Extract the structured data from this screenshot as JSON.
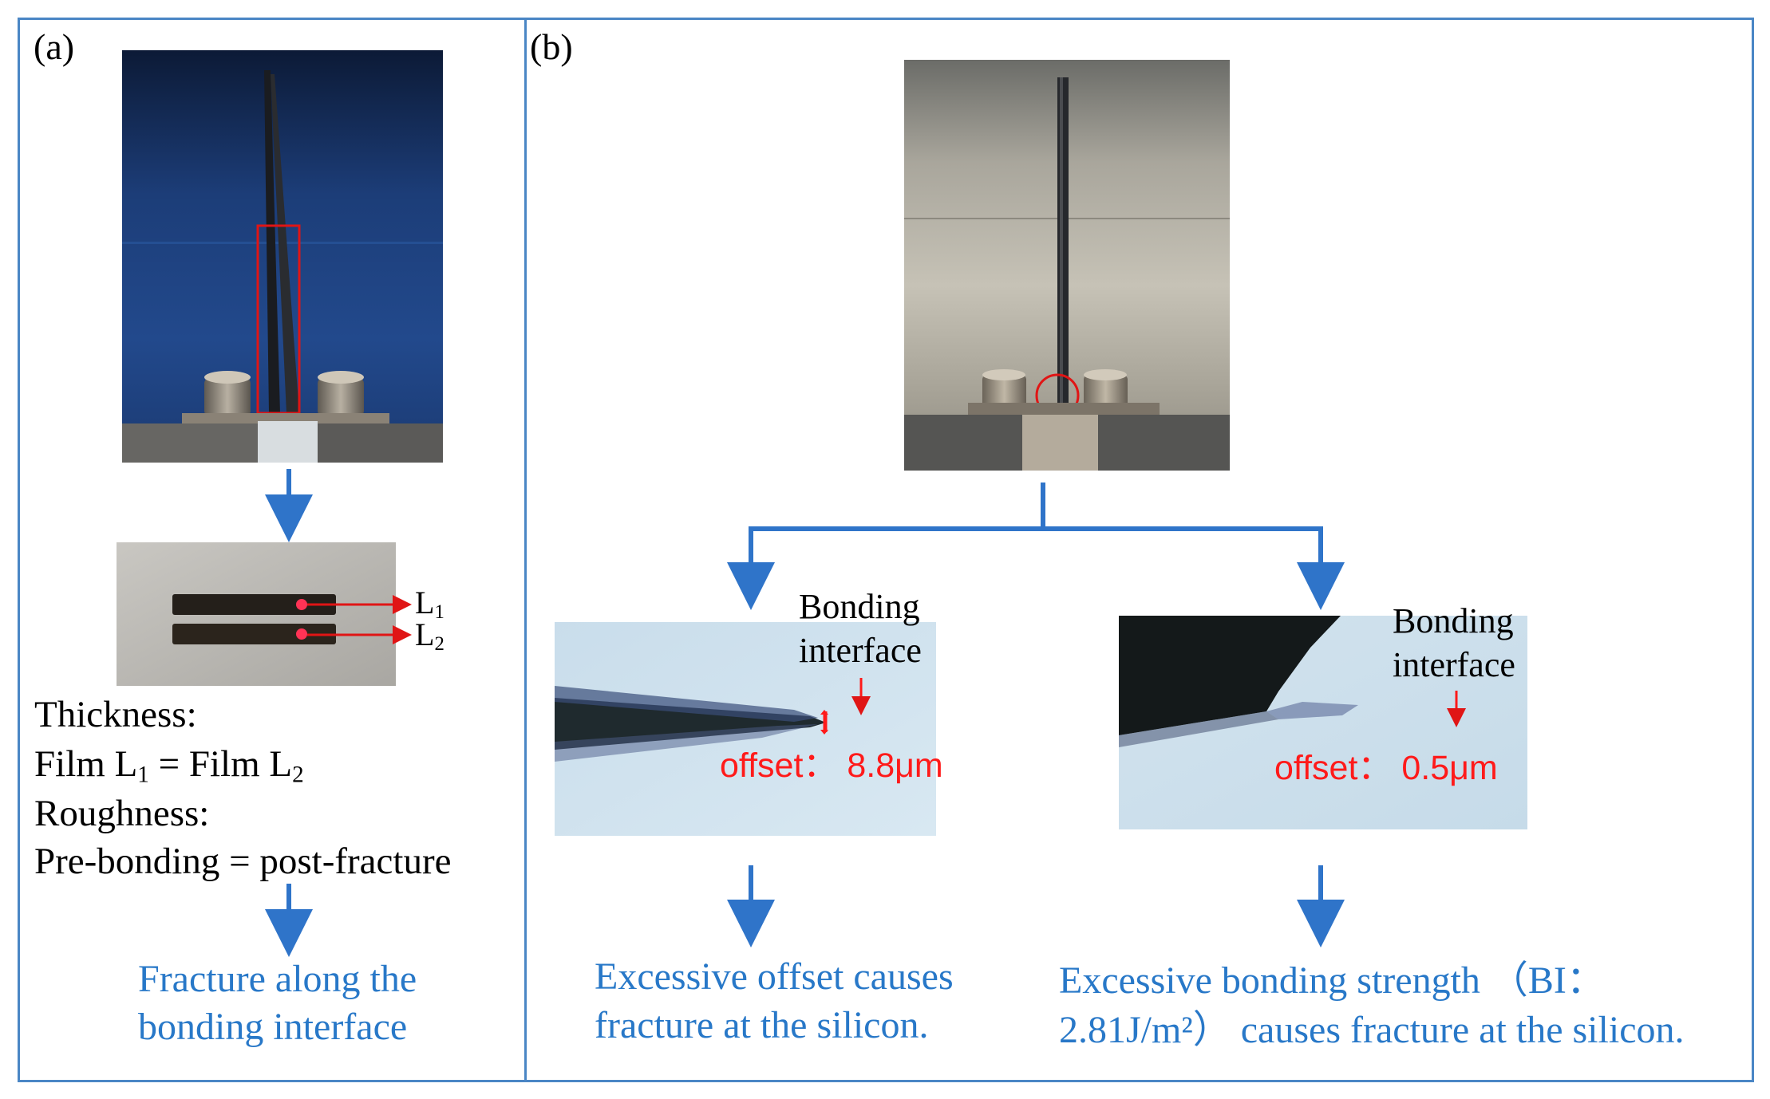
{
  "panel_a": {
    "label": "(a)",
    "film_labels": {
      "l1": "L",
      "l1_sub": "1",
      "l2": "L",
      "l2_sub": "2"
    },
    "lines": {
      "thickness": "Thickness:",
      "film_prefix": "Film L",
      "film_sub_1": "1",
      "film_mid": " = Film L",
      "film_sub_2": "2",
      "roughness": "Roughness:",
      "prebonding": "Pre-bonding = post-fracture"
    },
    "conclusion": [
      "Fracture along the",
      "bonding interface"
    ]
  },
  "panel_b": {
    "label": "(b)",
    "left_micro": {
      "interface_label": [
        "Bonding",
        "interface"
      ],
      "offset": "offset： 8.8μm"
    },
    "right_micro": {
      "interface_label": [
        "Bonding",
        "interface"
      ],
      "offset": "offset： 0.5μm"
    },
    "left_conclusion": [
      "Excessive offset causes",
      "fracture at the silicon."
    ],
    "right_conclusion": [
      "Excessive bonding strength （BI：",
      "2.81J/m²） causes fracture at the silicon."
    ]
  },
  "colors": {
    "frame": "#4a86c5",
    "arrow": "#2f74c9",
    "conclusion_text": "#2878c8",
    "annotation": "#ff1a1a"
  }
}
